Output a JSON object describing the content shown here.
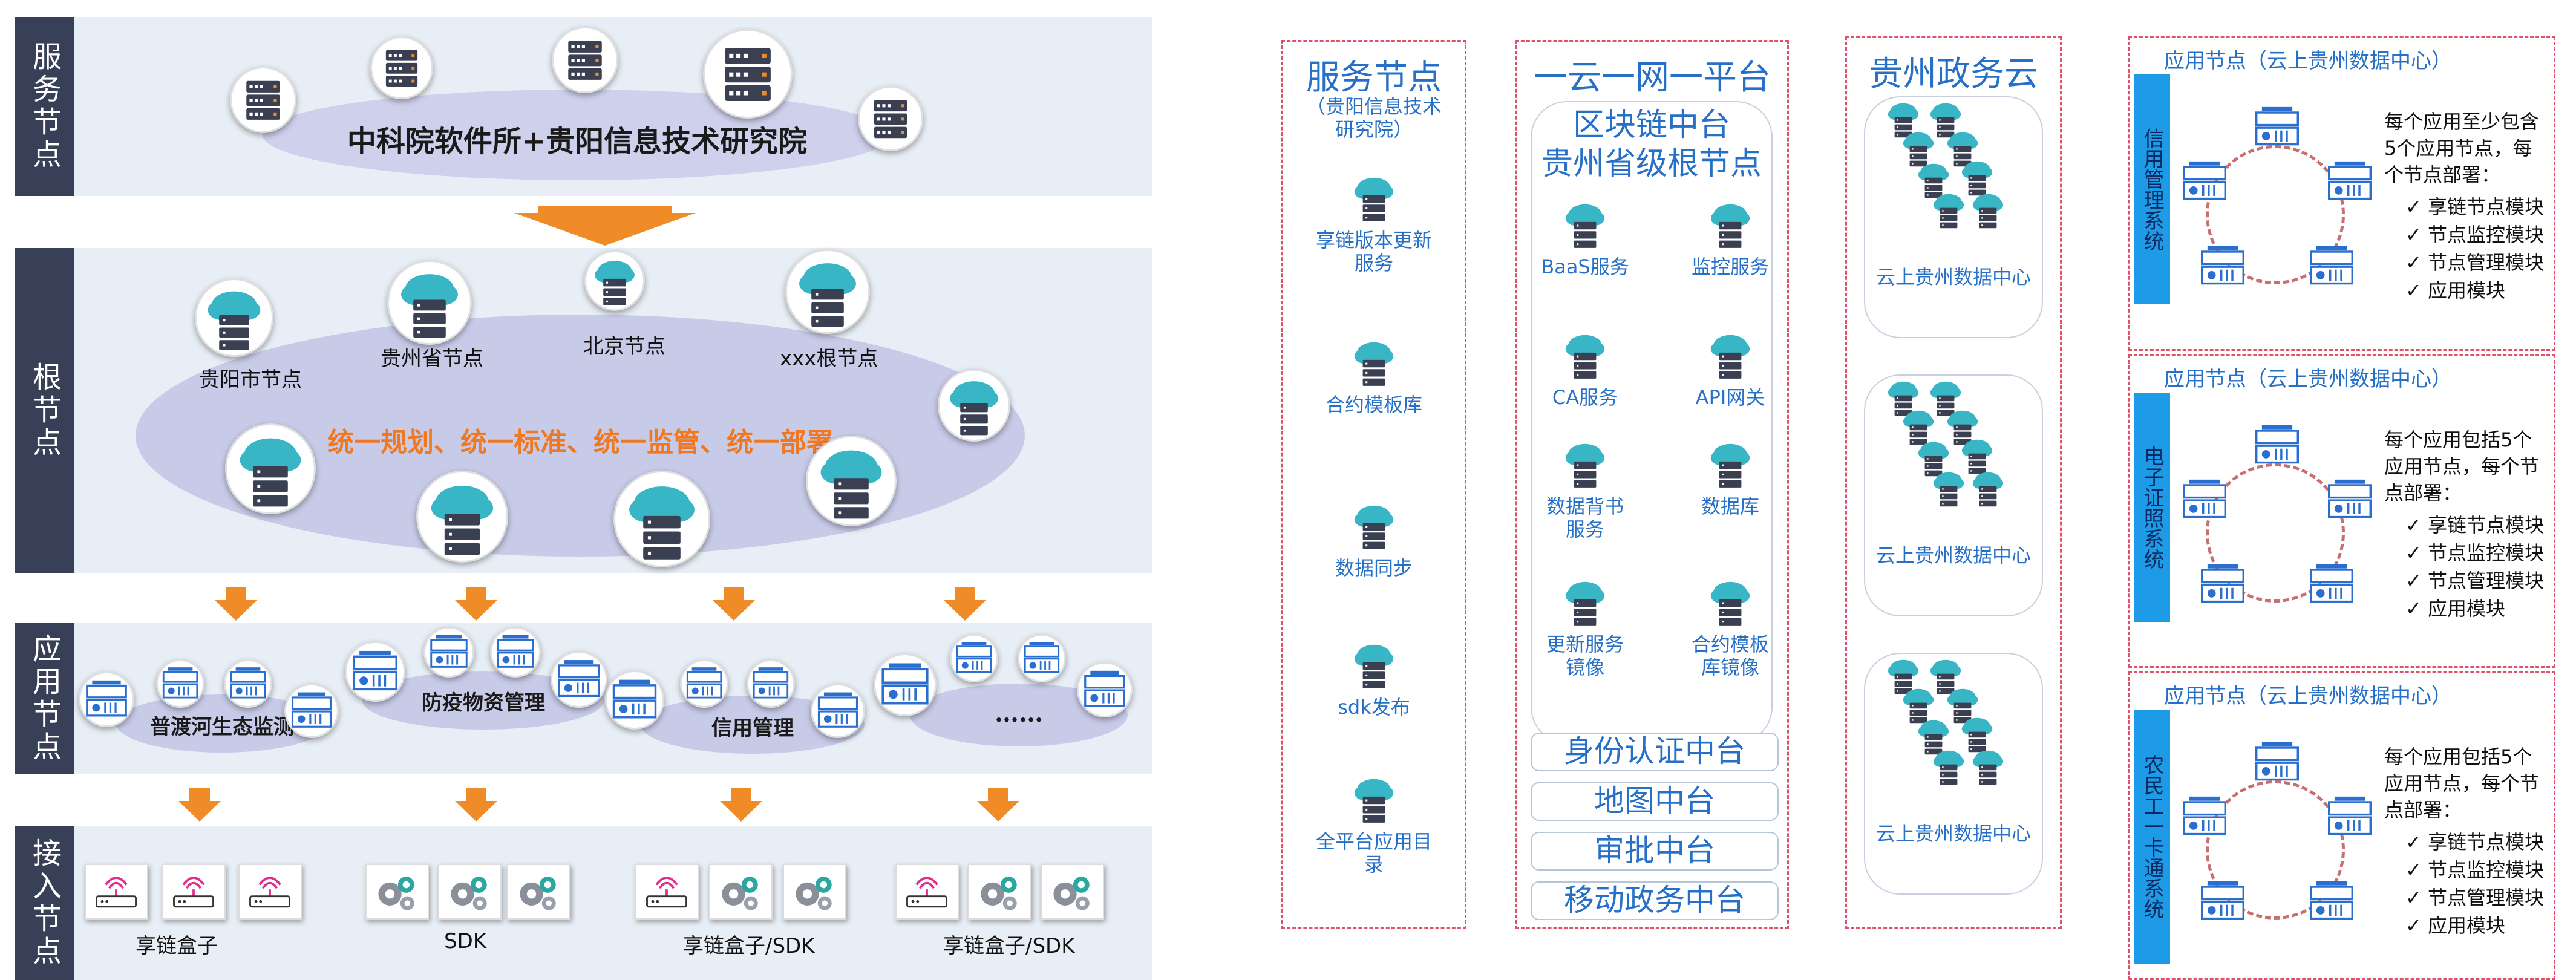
{
  "left": {
    "bands": [
      {
        "label": "服务节点"
      },
      {
        "label": "根节点"
      },
      {
        "label": "应用节点"
      },
      {
        "label": "接入节点"
      }
    ],
    "service_ellipse_text": "中科院软件所+贵阳信息技术研究院",
    "root_nodes": [
      "贵阳市节点",
      "贵州省节点",
      "北京节点",
      "xxx根节点"
    ],
    "root_slogan": "统一规划、统一标准、统一监管、统一部署",
    "app_groups": [
      "普渡河生态监测",
      "防疫物资管理",
      "信用管理",
      "……"
    ],
    "access_groups": [
      "享链盒子",
      "SDK",
      "享链盒子/SDK",
      "享链盒子/SDK"
    ],
    "colors": {
      "band": "#e8eef6",
      "label_bg": "#384058",
      "ellipse": "#c8cbe8",
      "arrow": "#f08c28",
      "slogan": "#f07820"
    }
  },
  "right": {
    "service_col": {
      "title": "服务节点",
      "subtitle": "（贵阳信息技术研究院）",
      "items": [
        "享链版本更新服务",
        "合约模板库",
        "数据同步",
        "sdk发布",
        "全平台应用目录"
      ]
    },
    "platform_col": {
      "title": "一云一网一平台",
      "header": "区块链中台\n贵州省级根节点",
      "items": [
        "BaaS服务",
        "监控服务",
        "CA服务",
        "API网关",
        "数据背书服务",
        "数据库",
        "更新服务镜像",
        "合约模板库镜像"
      ],
      "pills": [
        "身份认证中台",
        "地图中台",
        "审批中台",
        "移动政务中台"
      ]
    },
    "gov_cloud_col": {
      "title": "贵州政务云",
      "clusters": [
        "云上贵州数据中心",
        "云上贵州数据中心",
        "云上贵州数据中心"
      ]
    },
    "app_nodes": [
      {
        "header": "应用节点（云上贵州数据中心）",
        "system": "信用管理系统",
        "desc": "每个应用至少包含5个应用节点，每个节点部署：",
        "modules": [
          "享链节点模块",
          "节点监控模块",
          "节点管理模块",
          "应用模块"
        ]
      },
      {
        "header": "应用节点（云上贵州数据中心）",
        "system": "电子证照系统",
        "desc": "每个应用包括5个应用节点，每个节点部署：",
        "modules": [
          "享链节点模块",
          "节点监控模块",
          "节点管理模块",
          "应用模块"
        ]
      },
      {
        "header": "应用节点（云上贵州数据中心）",
        "system": "农民工一卡通系统",
        "desc": "每个应用包括5个应用节点，每个节点部署：",
        "modules": [
          "享链节点模块",
          "节点监控模块",
          "节点管理模块",
          "应用模块"
        ]
      }
    ],
    "colors": {
      "dashed": "#e0506a",
      "title": "#2670c8",
      "system_bg": "#1e9be6",
      "ring": "#c87070"
    }
  }
}
